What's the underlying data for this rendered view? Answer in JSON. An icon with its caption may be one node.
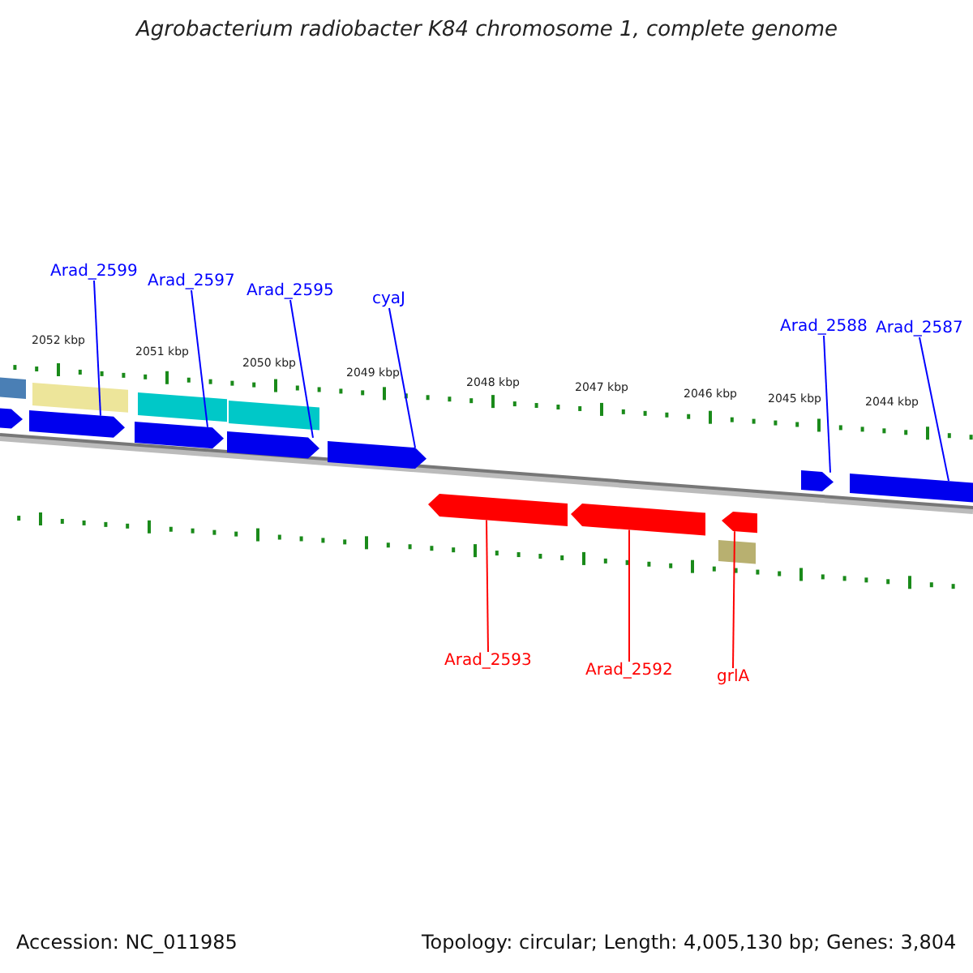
{
  "diagram": {
    "title": "Agrobacterium radiobacter K84 chromosome 1, complete genome",
    "nodes": [
      {
        "text": [
          "Arad_2599"
        ]
      },
      {
        "text": [
          "Arad_2597"
        ]
      },
      {
        "text": [
          "Arad_2595"
        ]
      },
      {
        "text": [
          "cyaJ"
        ]
      },
      {
        "text": [
          "Arad_2588"
        ]
      },
      {
        "text": [
          "Arad_2587"
        ]
      },
      {
        "text": [
          "Arad_2593"
        ]
      },
      {
        "text": [
          "Arad_2592"
        ]
      },
      {
        "text": [
          "grlA"
        ]
      },
      {
        "text": [],
        "shape": "arrow"
      },
      {
        "text": [],
        "shape": "arrow"
      },
      {
        "text": [],
        "shape": "arrow"
      },
      {
        "text": [],
        "shape": "arrow"
      },
      {
        "text": [],
        "shape": "arrow"
      },
      {
        "text": [],
        "shape": "arrow"
      },
      {
        "text": [],
        "shape": "arrow"
      },
      {
        "text": [],
        "shape": "arrow"
      },
      {
        "text": [],
        "shape": "arrow"
      }
    ],
    "edges": [
      {
        "from": 0,
        "to": 9,
        "arrow": "none"
      },
      {
        "from": 1,
        "to": 10,
        "arrow": "none"
      },
      {
        "from": 2,
        "to": 11,
        "arrow": "none"
      },
      {
        "from": 3,
        "to": 12,
        "arrow": "none"
      },
      {
        "from": 4,
        "to": 16,
        "arrow": "none"
      },
      {
        "from": 5,
        "to": 17,
        "arrow": "none"
      },
      {
        "from": 6,
        "to": 13,
        "arrow": "none",
        "color": "#ff0000"
      },
      {
        "from": 7,
        "to": 14,
        "arrow": "none",
        "color": "#ff0000"
      },
      {
        "from": 8,
        "to": 15,
        "arrow": "none",
        "color": "#ff0000"
      }
    ],
    "labels": [
      "2052 kbp",
      "2051 kbp",
      "2050 kbp",
      "2049 kbp",
      "2048 kbp",
      "2047 kbp",
      "2046 kbp",
      "2045 kbp",
      "2044 kbp",
      "Accession: NC_011985",
      "Topology: circular; Length: 4,005,130 bp; Genes: 3,804"
    ]
  }
}
